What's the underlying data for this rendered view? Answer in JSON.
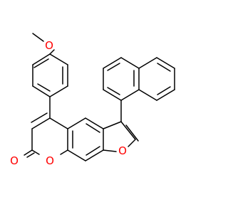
{
  "molecule": {
    "atom_labels": {
      "methoxy_oxygen": "O",
      "pyranone_ring_oxygen": "O",
      "carbonyl_oxygen": "O",
      "furan_oxygen": "O"
    },
    "colors": {
      "bond": "#000000",
      "oxygen_label": "#ff0000",
      "background": "#ffffff"
    }
  }
}
